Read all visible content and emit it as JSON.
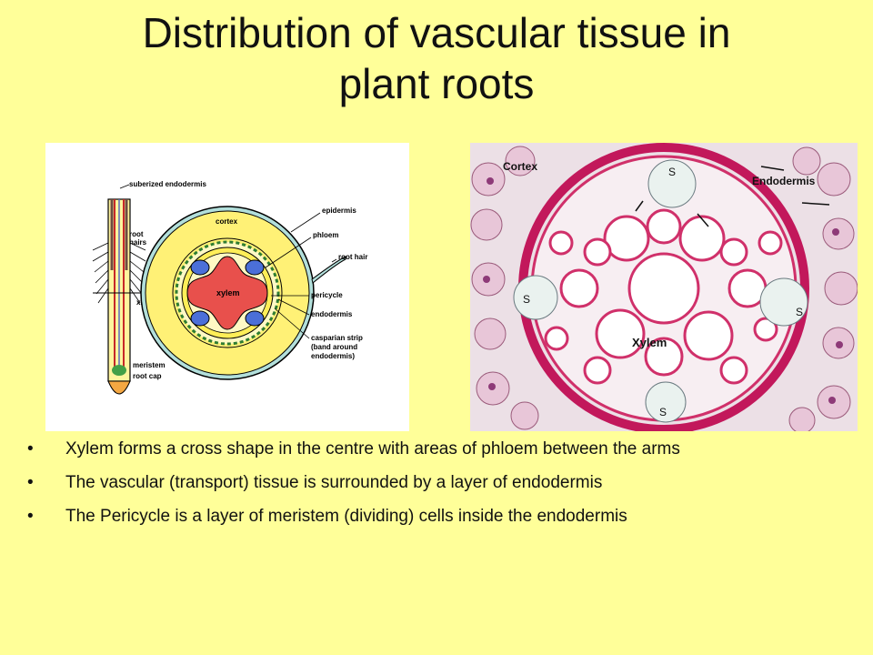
{
  "slide": {
    "title_line1": "Distribution of vascular tissue in",
    "title_line2": "plant roots",
    "bullets": [
      "Xylem forms a cross shape in the centre with areas of phloem between the arms",
      "The vascular (transport) tissue is surrounded by a layer of endodermis",
      "The Pericycle is a layer of meristem (dividing) cells inside the endodermis"
    ],
    "bullet_symbol": "•"
  },
  "diagram": {
    "labels": {
      "suberized_endodermis": "suberized endodermis",
      "root_hairs_1": "root",
      "root_hairs_2": "hairs",
      "cortex": "cortex",
      "epidermis": "epidermis",
      "phloem": "phloem",
      "root_hair": "root hair",
      "xylem": "xylem",
      "xs": "x.s.",
      "pericycle": "pericycle",
      "endodermis": "endodermis",
      "casparian_1": "casparian strip",
      "casparian_2": "(band around",
      "casparian_3": "endodermis)",
      "meristem": "meristem",
      "root_cap": "root cap"
    }
  },
  "micrograph": {
    "labels": {
      "cortex": "Cortex",
      "endodermis": "Endodermis",
      "xylem": "Xylem",
      "s": "S"
    }
  },
  "colors": {
    "background": "#ffff99",
    "cortex": "#fff176",
    "xylem": "#e8504c",
    "phloem": "#4b6fd8",
    "cell_wall": "#d0306a"
  }
}
